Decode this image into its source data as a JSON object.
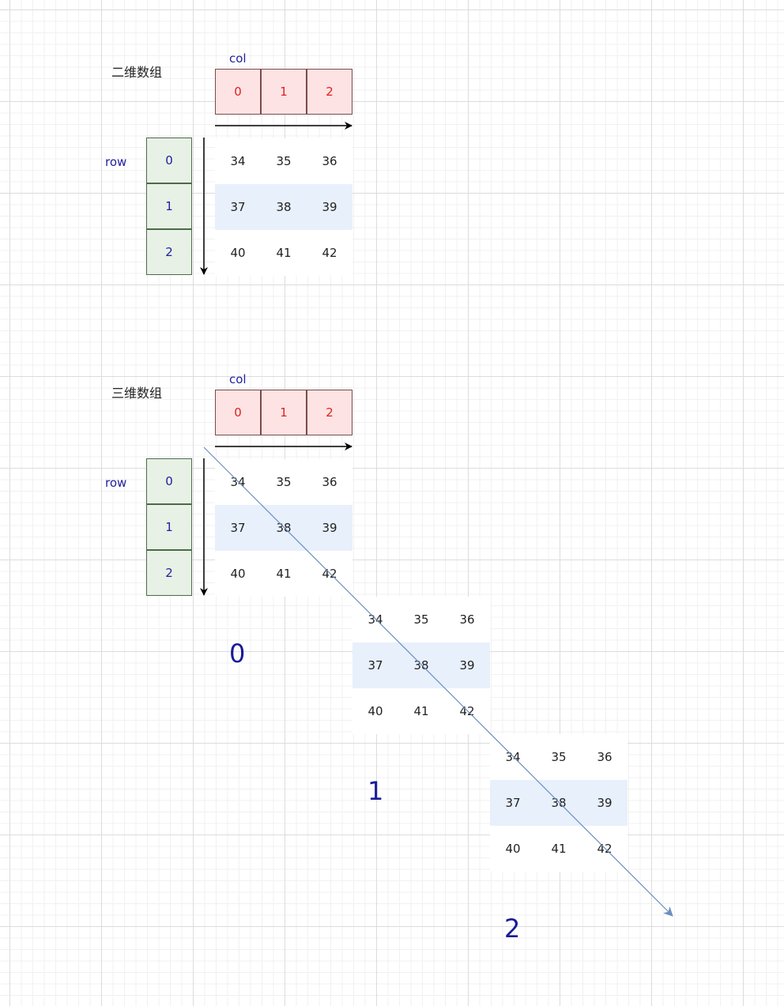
{
  "two_d": {
    "title": "二维数组",
    "col_label": "col",
    "row_label": "row",
    "col_indices": [
      "0",
      "1",
      "2"
    ],
    "row_indices": [
      "0",
      "1",
      "2"
    ],
    "values": [
      [
        "34",
        "35",
        "36"
      ],
      [
        "37",
        "38",
        "39"
      ],
      [
        "40",
        "41",
        "42"
      ]
    ]
  },
  "three_d": {
    "title": "三维数组",
    "col_label": "col",
    "row_label": "row",
    "col_indices": [
      "0",
      "1",
      "2"
    ],
    "row_indices": [
      "0",
      "1",
      "2"
    ],
    "layers": [
      {
        "label": "0",
        "values": [
          [
            "34",
            "35",
            "36"
          ],
          [
            "37",
            "38",
            "39"
          ],
          [
            "40",
            "41",
            "42"
          ]
        ]
      },
      {
        "label": "1",
        "values": [
          [
            "34",
            "35",
            "36"
          ],
          [
            "37",
            "38",
            "39"
          ],
          [
            "40",
            "41",
            "42"
          ]
        ]
      },
      {
        "label": "2",
        "values": [
          [
            "34",
            "35",
            "36"
          ],
          [
            "37",
            "38",
            "39"
          ],
          [
            "40",
            "41",
            "42"
          ]
        ]
      }
    ]
  },
  "colors": {
    "col_fill": "#fde3e3",
    "col_text": "#e02020",
    "row_fill": "#e7f1e5",
    "row_text": "#1f1f9f",
    "highlight_row": "#e8f0fc",
    "depth_arrow": "#6c8ebf"
  }
}
